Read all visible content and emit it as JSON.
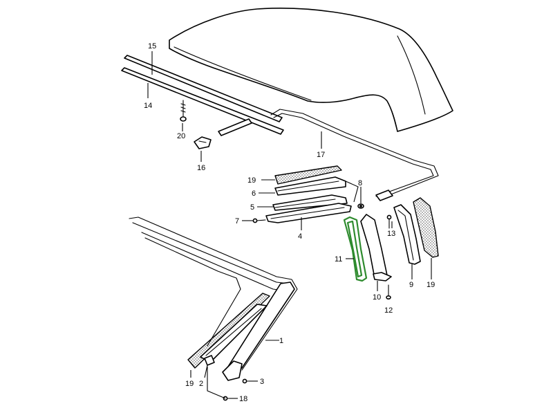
{
  "highlight_color": "#2e8b2e",
  "callouts": {
    "c15": "15",
    "c14": "14",
    "c20": "20",
    "c16": "16",
    "c17": "17",
    "c19a": "19",
    "c6": "6",
    "c5": "5",
    "c7": "7",
    "c4": "4",
    "c8": "8",
    "c13": "13",
    "c11": "11",
    "c10": "10",
    "c12": "12",
    "c9": "9",
    "c19b": "19",
    "c1": "1",
    "c19c": "19",
    "c2": "2",
    "c3": "3",
    "c18": "18"
  }
}
